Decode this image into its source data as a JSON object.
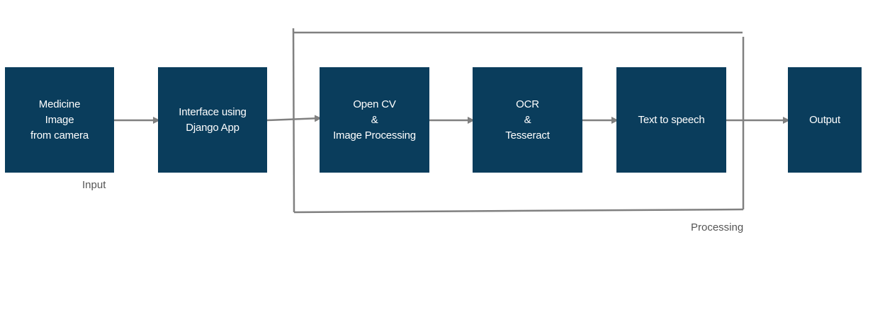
{
  "nodes": {
    "medicine": {
      "label": "Medicine\nImage\nfrom camera"
    },
    "django": {
      "label": "Interface using\nDjango App"
    },
    "opencv": {
      "label": "Open CV\n&\nImage Processing"
    },
    "ocr": {
      "label": "OCR\n&\nTesseract"
    },
    "tts": {
      "label": "Text to speech"
    },
    "output": {
      "label": "Output"
    }
  },
  "captions": {
    "input": "Input",
    "processing": "Processing"
  },
  "colors": {
    "box_fill": "#0a3d5c",
    "box_text": "#ffffff",
    "arrow": "#808080",
    "bracket": "#808080",
    "caption": "#555555"
  }
}
